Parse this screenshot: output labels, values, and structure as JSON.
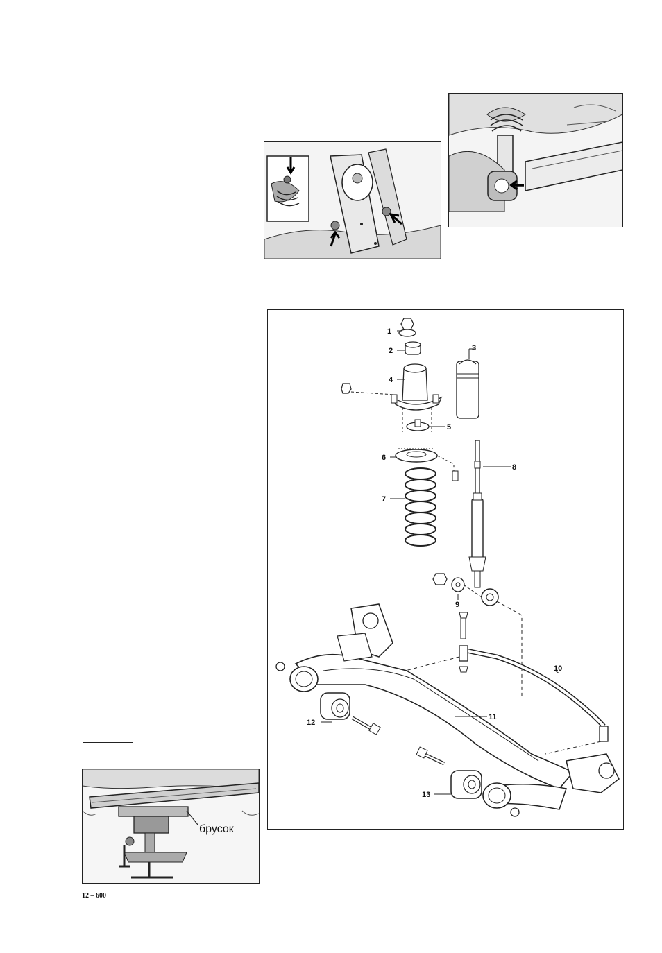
{
  "figures": {
    "diagram": {
      "callouts": [
        "1",
        "2",
        "3",
        "4",
        "5",
        "6",
        "7",
        "8",
        "9",
        "10",
        "11",
        "12",
        "13"
      ]
    },
    "jack_photo": {
      "label": "брусок"
    }
  },
  "footer": {
    "page_number": "12 – 600"
  }
}
